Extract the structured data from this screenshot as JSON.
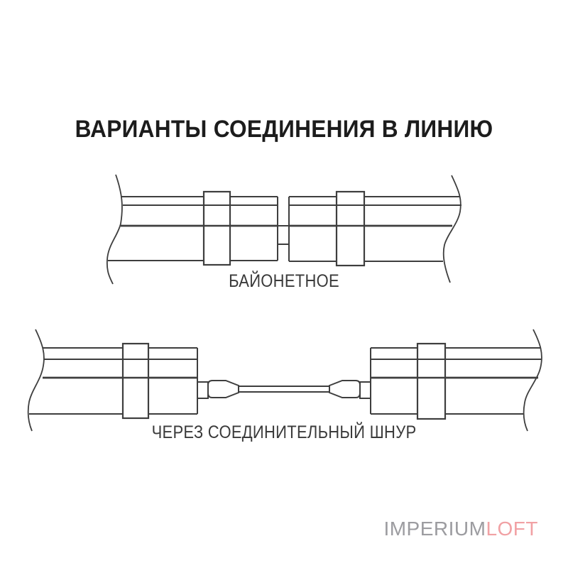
{
  "title": "ВАРИАНТЫ СОЕДИНЕНИЯ В ЛИНИЮ",
  "diagrams": [
    {
      "label": "БАЙОНЕТНОЕ",
      "type": "bayonet-direct-connection"
    },
    {
      "label": "ЧЕРЕЗ СОЕДИНИТЕЛЬНЫЙ ШНУР",
      "type": "connection-via-cord"
    }
  ],
  "watermark": {
    "part1": "IMPERIUM",
    "part2": "LOFT"
  },
  "colors": {
    "background": "#ffffff",
    "line": "#3e3e3e",
    "title_text": "#1c1c1c",
    "label_text": "#3a3a3a",
    "watermark_gray": "#9c9ca0",
    "watermark_pink": "#f1a1a4"
  }
}
